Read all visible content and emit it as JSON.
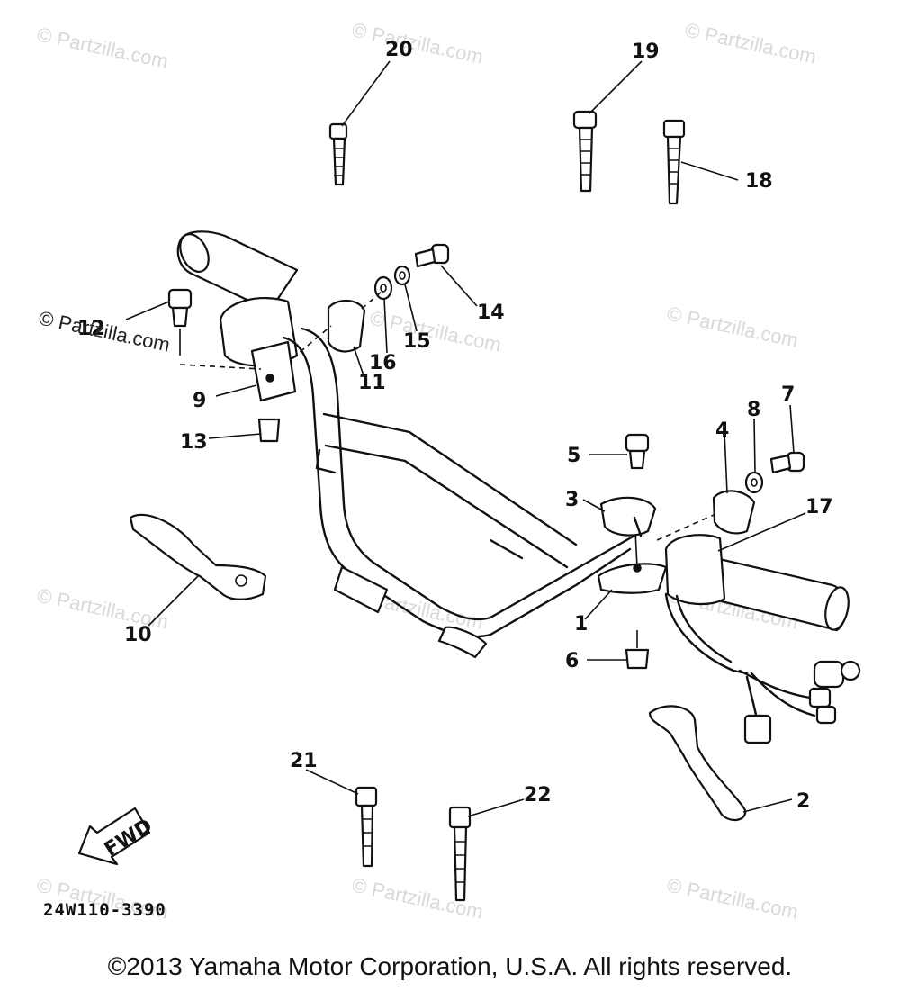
{
  "watermark": {
    "text": "© Partzilla.com",
    "overlay_text": "© Partzilla.com"
  },
  "callouts": {
    "c1": "1",
    "c2": "2",
    "c3": "3",
    "c4": "4",
    "c5": "5",
    "c6": "6",
    "c7": "7",
    "c8": "8",
    "c9": "9",
    "c10": "10",
    "c11": "11",
    "c12": "12",
    "c13": "13",
    "c14": "14",
    "c15": "15",
    "c16": "16",
    "c17": "17",
    "c18": "18",
    "c19": "19",
    "c20": "20",
    "c21": "21",
    "c22": "22"
  },
  "fwd_label": "FWD",
  "drawing_code": "24W110-3390",
  "copyright": "©2013 Yamaha Motor Corporation, U.S.A. All rights reserved."
}
